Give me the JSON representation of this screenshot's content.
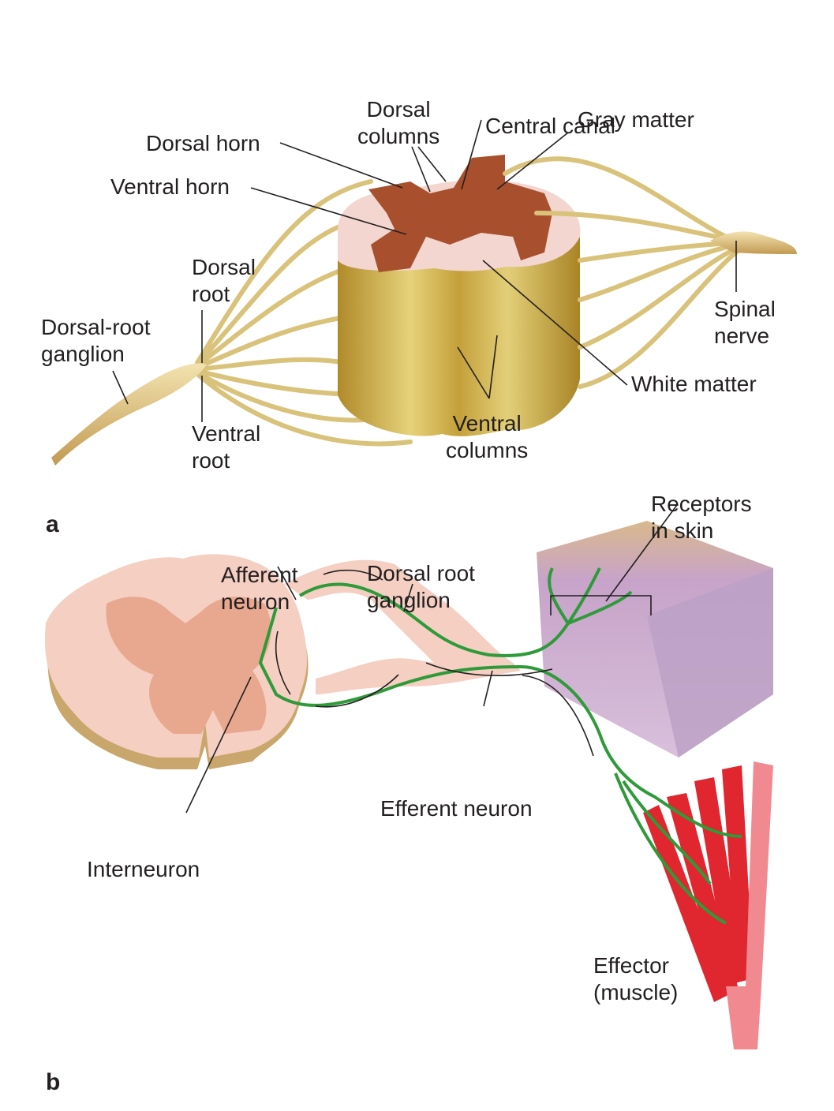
{
  "figure": {
    "panel_a": {
      "letter": "a",
      "labels": {
        "dorsal_columns": "Dorsal\ncolumns",
        "central_canal": "Central canal",
        "gray_matter": "Gray matter",
        "dorsal_horn": "Dorsal horn",
        "ventral_horn": "Ventral horn",
        "dorsal_root": "Dorsal\nroot",
        "dorsal_root_ganglion": "Dorsal-root\nganglion",
        "ventral_root": "Ventral\nroot",
        "ventral_columns": "Ventral\ncolumns",
        "white_matter": "White matter",
        "spinal_nerve": "Spinal\nnerve"
      }
    },
    "panel_b": {
      "letter": "b",
      "labels": {
        "receptors_in_skin": "Receptors\nin skin",
        "afferent_neuron": "Afferent\nneuron",
        "dorsal_root_ganglion": "Dorsal root\nganglion",
        "efferent_neuron": "Efferent neuron",
        "interneuron": "Interneuron",
        "effector": "Effector\n(muscle)"
      }
    }
  },
  "colors": {
    "gray_matter": "#a8502e",
    "white_matter": "#f2d6cf",
    "nerve": "#e3cf8a",
    "cord_outer": "#c9a63a",
    "neuron": "#2f9a3a",
    "skin": "#c9a0c8",
    "muscle": "#e0262e"
  }
}
